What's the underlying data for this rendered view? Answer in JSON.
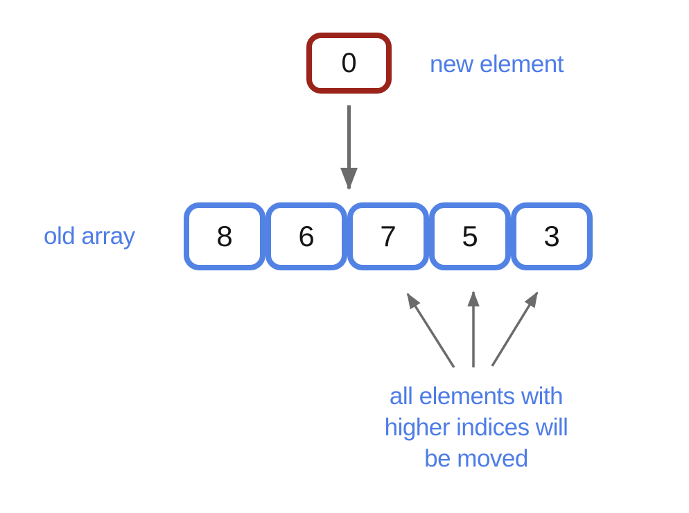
{
  "diagram": {
    "title_hint": "array insertion diagram",
    "new_element": {
      "value": "0",
      "label": "new element"
    },
    "old_array": {
      "label": "old array",
      "values": [
        "8",
        "6",
        "7",
        "5",
        "3"
      ]
    },
    "annotation": {
      "lines": [
        "all elements with",
        "higher indices will",
        "be moved"
      ]
    },
    "colors": {
      "background": "#ffffff",
      "new_element_border": "#9a231a",
      "array_border": "#5282e4",
      "label_text": "#4e7ce8",
      "arrow": "#6b6b6b",
      "value_text": "#151515"
    }
  }
}
